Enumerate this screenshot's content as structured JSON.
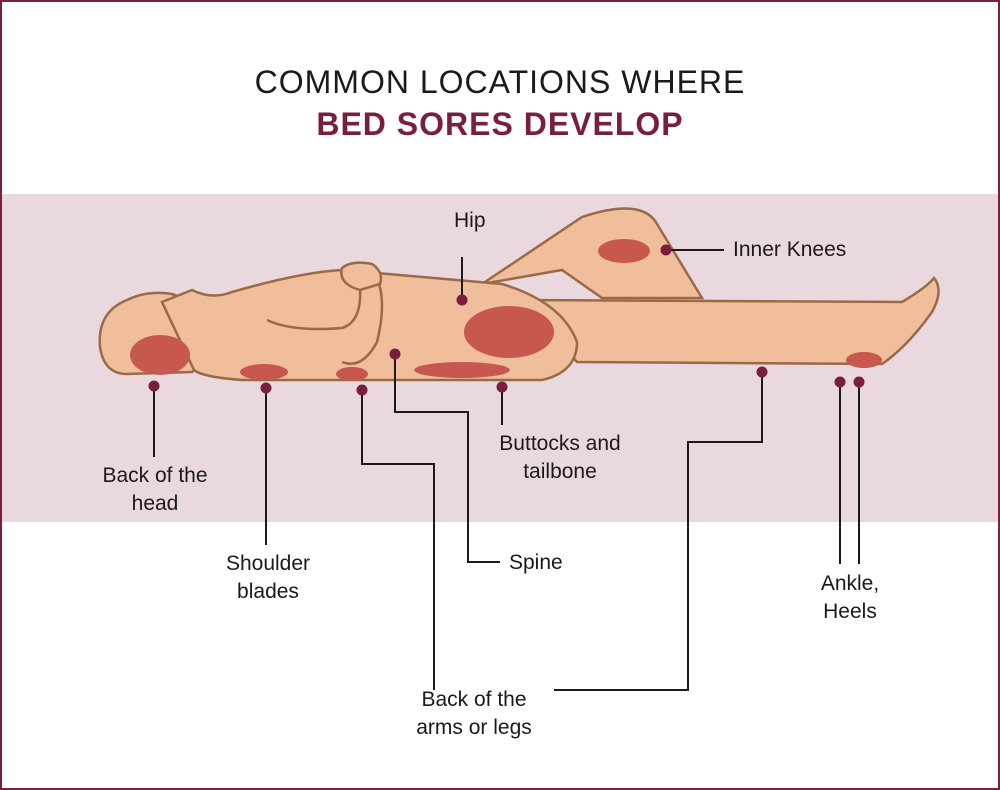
{
  "title": {
    "line1": "COMMON LOCATIONS WHERE",
    "line2": "BED SORES DEVELOP"
  },
  "labels": {
    "hip": "Hip",
    "inner_knees": "Inner Knees",
    "back_of_head": [
      "Back of the",
      "head"
    ],
    "buttocks": [
      "Buttocks and",
      "tailbone"
    ],
    "shoulder_blades": [
      "Shoulder",
      "blades"
    ],
    "spine": "Spine",
    "ankle_heels": [
      "Ankle,",
      "Heels"
    ],
    "back_arms_legs": [
      "Back of the",
      "arms or legs"
    ]
  },
  "colors": {
    "accent": "#7a1f3b",
    "band": "#ead8df",
    "skin": "#f0be9a",
    "skin_outline": "#9a6a48",
    "sore": "#c7584f"
  }
}
